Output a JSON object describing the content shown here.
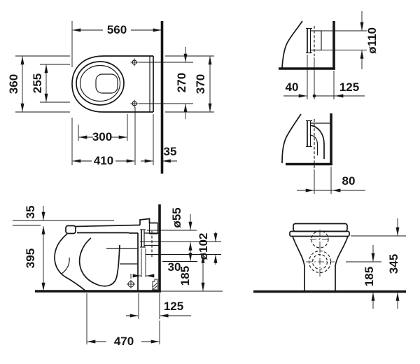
{
  "drawing": {
    "ink_color": "#161616",
    "background_color": "#ffffff"
  },
  "views": {
    "plan": {
      "dims": {
        "depth_overall": "560",
        "width_overall": "360",
        "bowl_inner_width": "255",
        "fixing_hole_spacing": "270",
        "body_width": "370",
        "seat_fixing_depth": "300",
        "fixing_hole_depth": "410",
        "wall_clearance": "35"
      }
    },
    "outlet_horizontal": {
      "dims": {
        "outlet_diameter": "ø110",
        "outlet_offset": "40",
        "outlet_to_wall": "125"
      }
    },
    "outlet_vertical": {
      "dims": {
        "outlet_center_to_wall": "80"
      }
    },
    "side": {
      "dims": {
        "seat_drop": "35",
        "rim_height": "395",
        "flush_inlet_diameter": "ø55",
        "outlet_diameter": "ø102",
        "outlet_offset": "30",
        "outlet_height": "185",
        "fixing_to_wall": "125",
        "fixing_depth": "470"
      }
    },
    "rear": {
      "dims": {
        "outlet_height": "185",
        "body_height": "345"
      }
    }
  }
}
